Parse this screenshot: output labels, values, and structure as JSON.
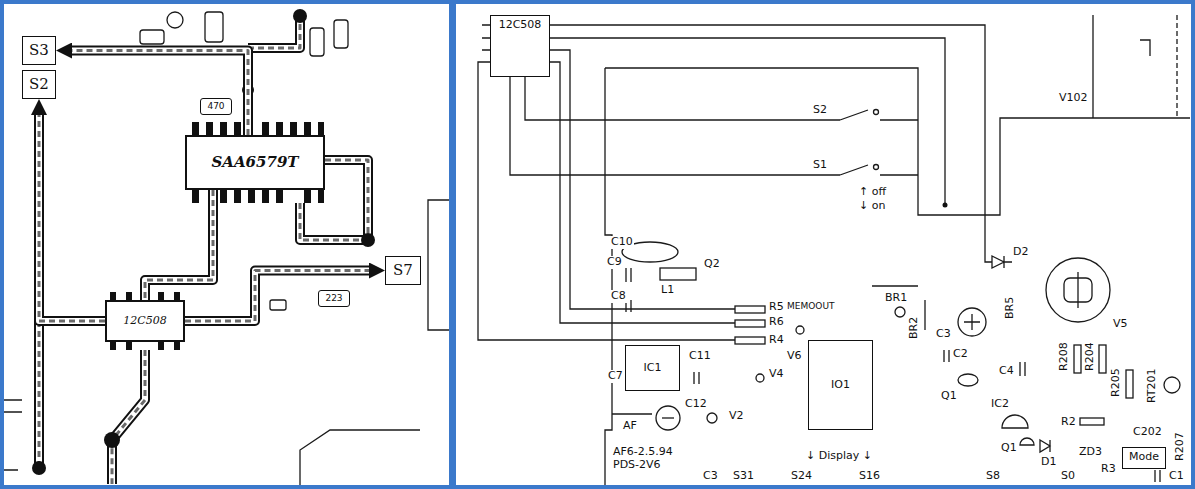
{
  "diagram": {
    "nodes": [
      {
        "text": [
          "S3"
        ]
      },
      {
        "text": [
          "S2"
        ]
      },
      {
        "text": [
          "470"
        ]
      },
      {
        "text": [
          "SAA6579T"
        ]
      },
      {
        "text": [
          "S7"
        ]
      },
      {
        "text": [
          "223"
        ]
      },
      {
        "text": [
          "12C508"
        ]
      },
      {
        "text": [
          "12C508"
        ]
      },
      {
        "text": [
          "IC1"
        ]
      },
      {
        "text": [
          "IO1"
        ]
      },
      {
        "text": [
          "Mode"
        ]
      }
    ],
    "edges": [
      {
        "from": 3,
        "to": 0,
        "arrow": "to"
      },
      {
        "from": 6,
        "to": 1,
        "arrow": "to"
      },
      {
        "from": 6,
        "to": 4,
        "arrow": "to"
      },
      {
        "from": 3,
        "to": 6,
        "arrow": "none"
      }
    ],
    "labels": [
      "S2",
      "S1",
      "↑ off",
      "↓ on",
      "V102",
      "D2",
      "C10",
      "C9",
      "Q2",
      "L1",
      "C8",
      "BR1",
      "BR2",
      "BR5",
      "C3",
      "V5",
      "R5",
      "MEMOOUT",
      "R6",
      "R4",
      "V6",
      "V4",
      "C11",
      "C7",
      "C12",
      "V2",
      "C2",
      "Q1",
      "C4",
      "IC2",
      "R208",
      "R204",
      "R205",
      "RT201",
      "R2",
      "C202",
      "R207",
      "Q1",
      "D1",
      "ZD3",
      "R3",
      "C1",
      "AF",
      "AF6-2.5.94",
      "PDS-2V6",
      "↓ Display ↓",
      "C3",
      "S31",
      "S24",
      "S16",
      "S8",
      "S0"
    ]
  }
}
